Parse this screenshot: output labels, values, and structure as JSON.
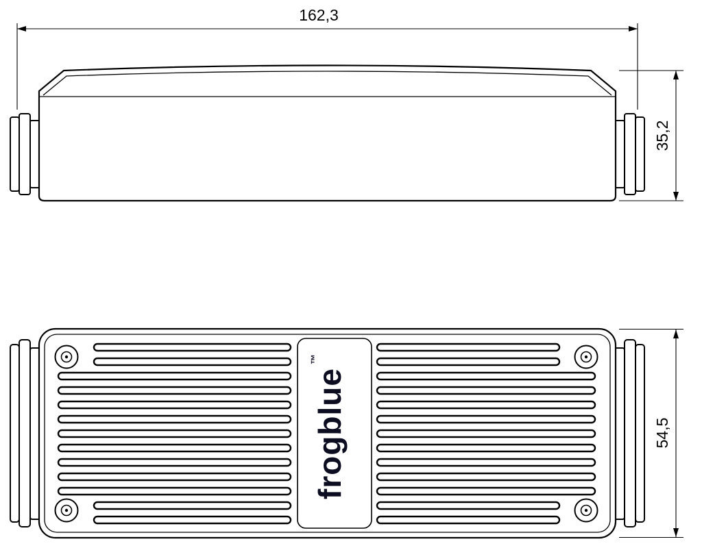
{
  "drawing": {
    "dimensions": {
      "overall_width": "162,3",
      "side_height": "35,2",
      "plan_depth": "54,5"
    },
    "logo": {
      "wordmark": "frogblue",
      "trademark": "™"
    },
    "colors": {
      "line": "#000000",
      "background": "#ffffff",
      "logo": "#0d0d22"
    }
  }
}
